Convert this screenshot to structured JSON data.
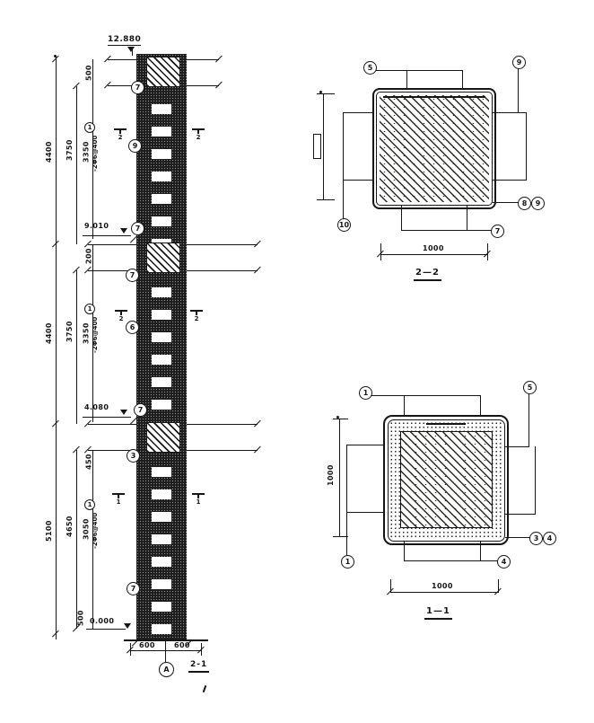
{
  "elevation": {
    "top_level": "12.880",
    "floor_level_upper": "9.010",
    "floor_level_lower": "4.080",
    "base_level": "0.000",
    "seg1": {
      "total": "4400",
      "clear": "3750",
      "top_dim": "500",
      "bar_len": "3350",
      "bar_mark": "1",
      "bar_spec": "-2Φ6@400"
    },
    "seg2": {
      "total": "4400",
      "clear": "3750",
      "slab_dim": "200",
      "bar_len": "3350",
      "bar_mark": "1",
      "bar_spec": "-2Φ6@400"
    },
    "seg3": {
      "total": "5100",
      "clear": "4650",
      "slab_dim": "450",
      "bar_len": "3050",
      "bar_mark": "1",
      "bar_spec": "-2Φ6@400",
      "bottom_dim": "500"
    },
    "cut_marks": {
      "upper": "2",
      "middle": "2",
      "lower": "1"
    },
    "bubbles": [
      "7",
      "9",
      "7",
      "7",
      "6",
      "7",
      "3",
      "7"
    ],
    "base": {
      "dim_left": "600",
      "dim_right": "600",
      "grid_label": "A",
      "title": "2-1"
    }
  },
  "section22": {
    "title": "2—2",
    "bottom_dim": "1000",
    "bubbles": {
      "top_left": "5",
      "top_right": "9",
      "right_a": "8",
      "right_b": "9",
      "bottom_right": "7",
      "bottom_left": "10"
    }
  },
  "section11": {
    "title": "1—1",
    "bottom_dim": "1000",
    "left_dim": "1000",
    "bubbles": {
      "top_left": "1",
      "top_right": "5",
      "right_a": "3",
      "right_b": "4",
      "bottom_right": "4",
      "bottom_left": "1"
    }
  }
}
